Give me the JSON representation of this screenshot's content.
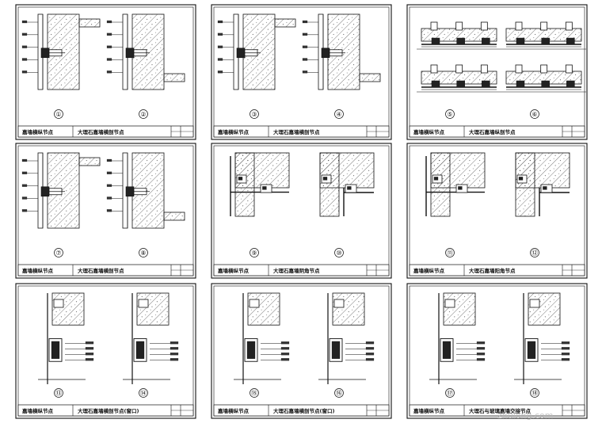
{
  "sheet": {
    "panels": [
      {
        "title_left": "嘉墙横纵节点",
        "title_right": "大理石嘉墙横剖节点",
        "details": [
          "①",
          "②"
        ]
      },
      {
        "title_left": "嘉墙横纵节点",
        "title_right": "大理石嘉墙横剖节点",
        "details": [
          "③",
          "④"
        ]
      },
      {
        "title_left": "嘉墙横纵节点",
        "title_right": "大理石嘉墙纵剖节点",
        "details": [
          "⑤",
          "⑥"
        ]
      },
      {
        "title_left": "嘉墙横纵节点",
        "title_right": "大理石嘉墙横剖节点",
        "details": [
          "⑦",
          "⑧"
        ]
      },
      {
        "title_left": "嘉墙横纵节点",
        "title_right": "大理石嘉墙阴角节点",
        "details": [
          "⑨",
          "⑩"
        ]
      },
      {
        "title_left": "嘉墙横纵节点",
        "title_right": "大理石嘉墙阳角节点",
        "details": [
          "⑪",
          "⑫"
        ]
      },
      {
        "title_left": "嘉墙横纵节点",
        "title_right": "大理石嘉墙横剖节点(窗口)",
        "details": [
          "⑬",
          "⑭"
        ]
      },
      {
        "title_left": "嘉墙横纵节点",
        "title_right": "大理石嘉墙横剖节点(窗口)",
        "details": [
          "⑮",
          "⑯"
        ]
      },
      {
        "title_left": "嘉墙横纵节点",
        "title_right": "大理石与玻璃嘉墙交接节点",
        "details": [
          "⑰",
          "⑱"
        ]
      }
    ]
  },
  "watermark": "zhulong.com"
}
